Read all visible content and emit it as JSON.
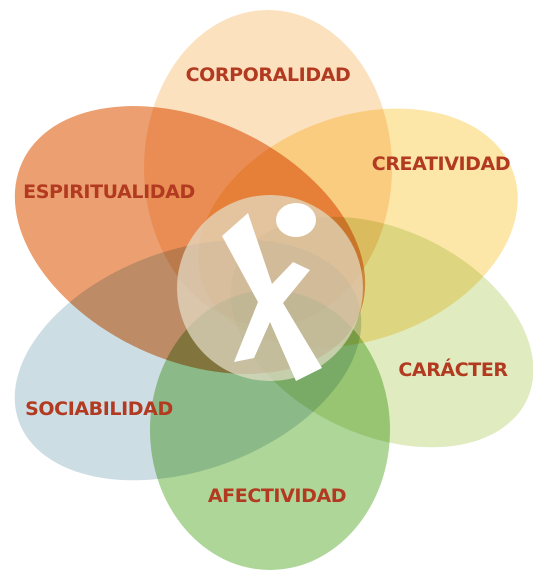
{
  "petals": [
    {
      "id": "corporalidad",
      "label": "CORPORALIDAD",
      "color": "#fbdcb4"
    },
    {
      "id": "creatividad",
      "label": "CREATIVIDAD",
      "color": "#fbe39a"
    },
    {
      "id": "caracter",
      "label": "CARÁCTER",
      "color": "#dbe8b4"
    },
    {
      "id": "afectividad",
      "label": "AFECTIVIDAD",
      "color": "#9fcf86"
    },
    {
      "id": "sociabilidad",
      "label": "SOCIABILIDAD",
      "color": "#c4d7df"
    },
    {
      "id": "espiritualidad",
      "label": "ESPIRITUALIDAD",
      "color": "#e98f58"
    }
  ],
  "center": {
    "icon": "person-x-logo-icon",
    "circle_color": "#e3dcc6",
    "figure_color": "#ffffff"
  },
  "label_color": "#b23a20"
}
